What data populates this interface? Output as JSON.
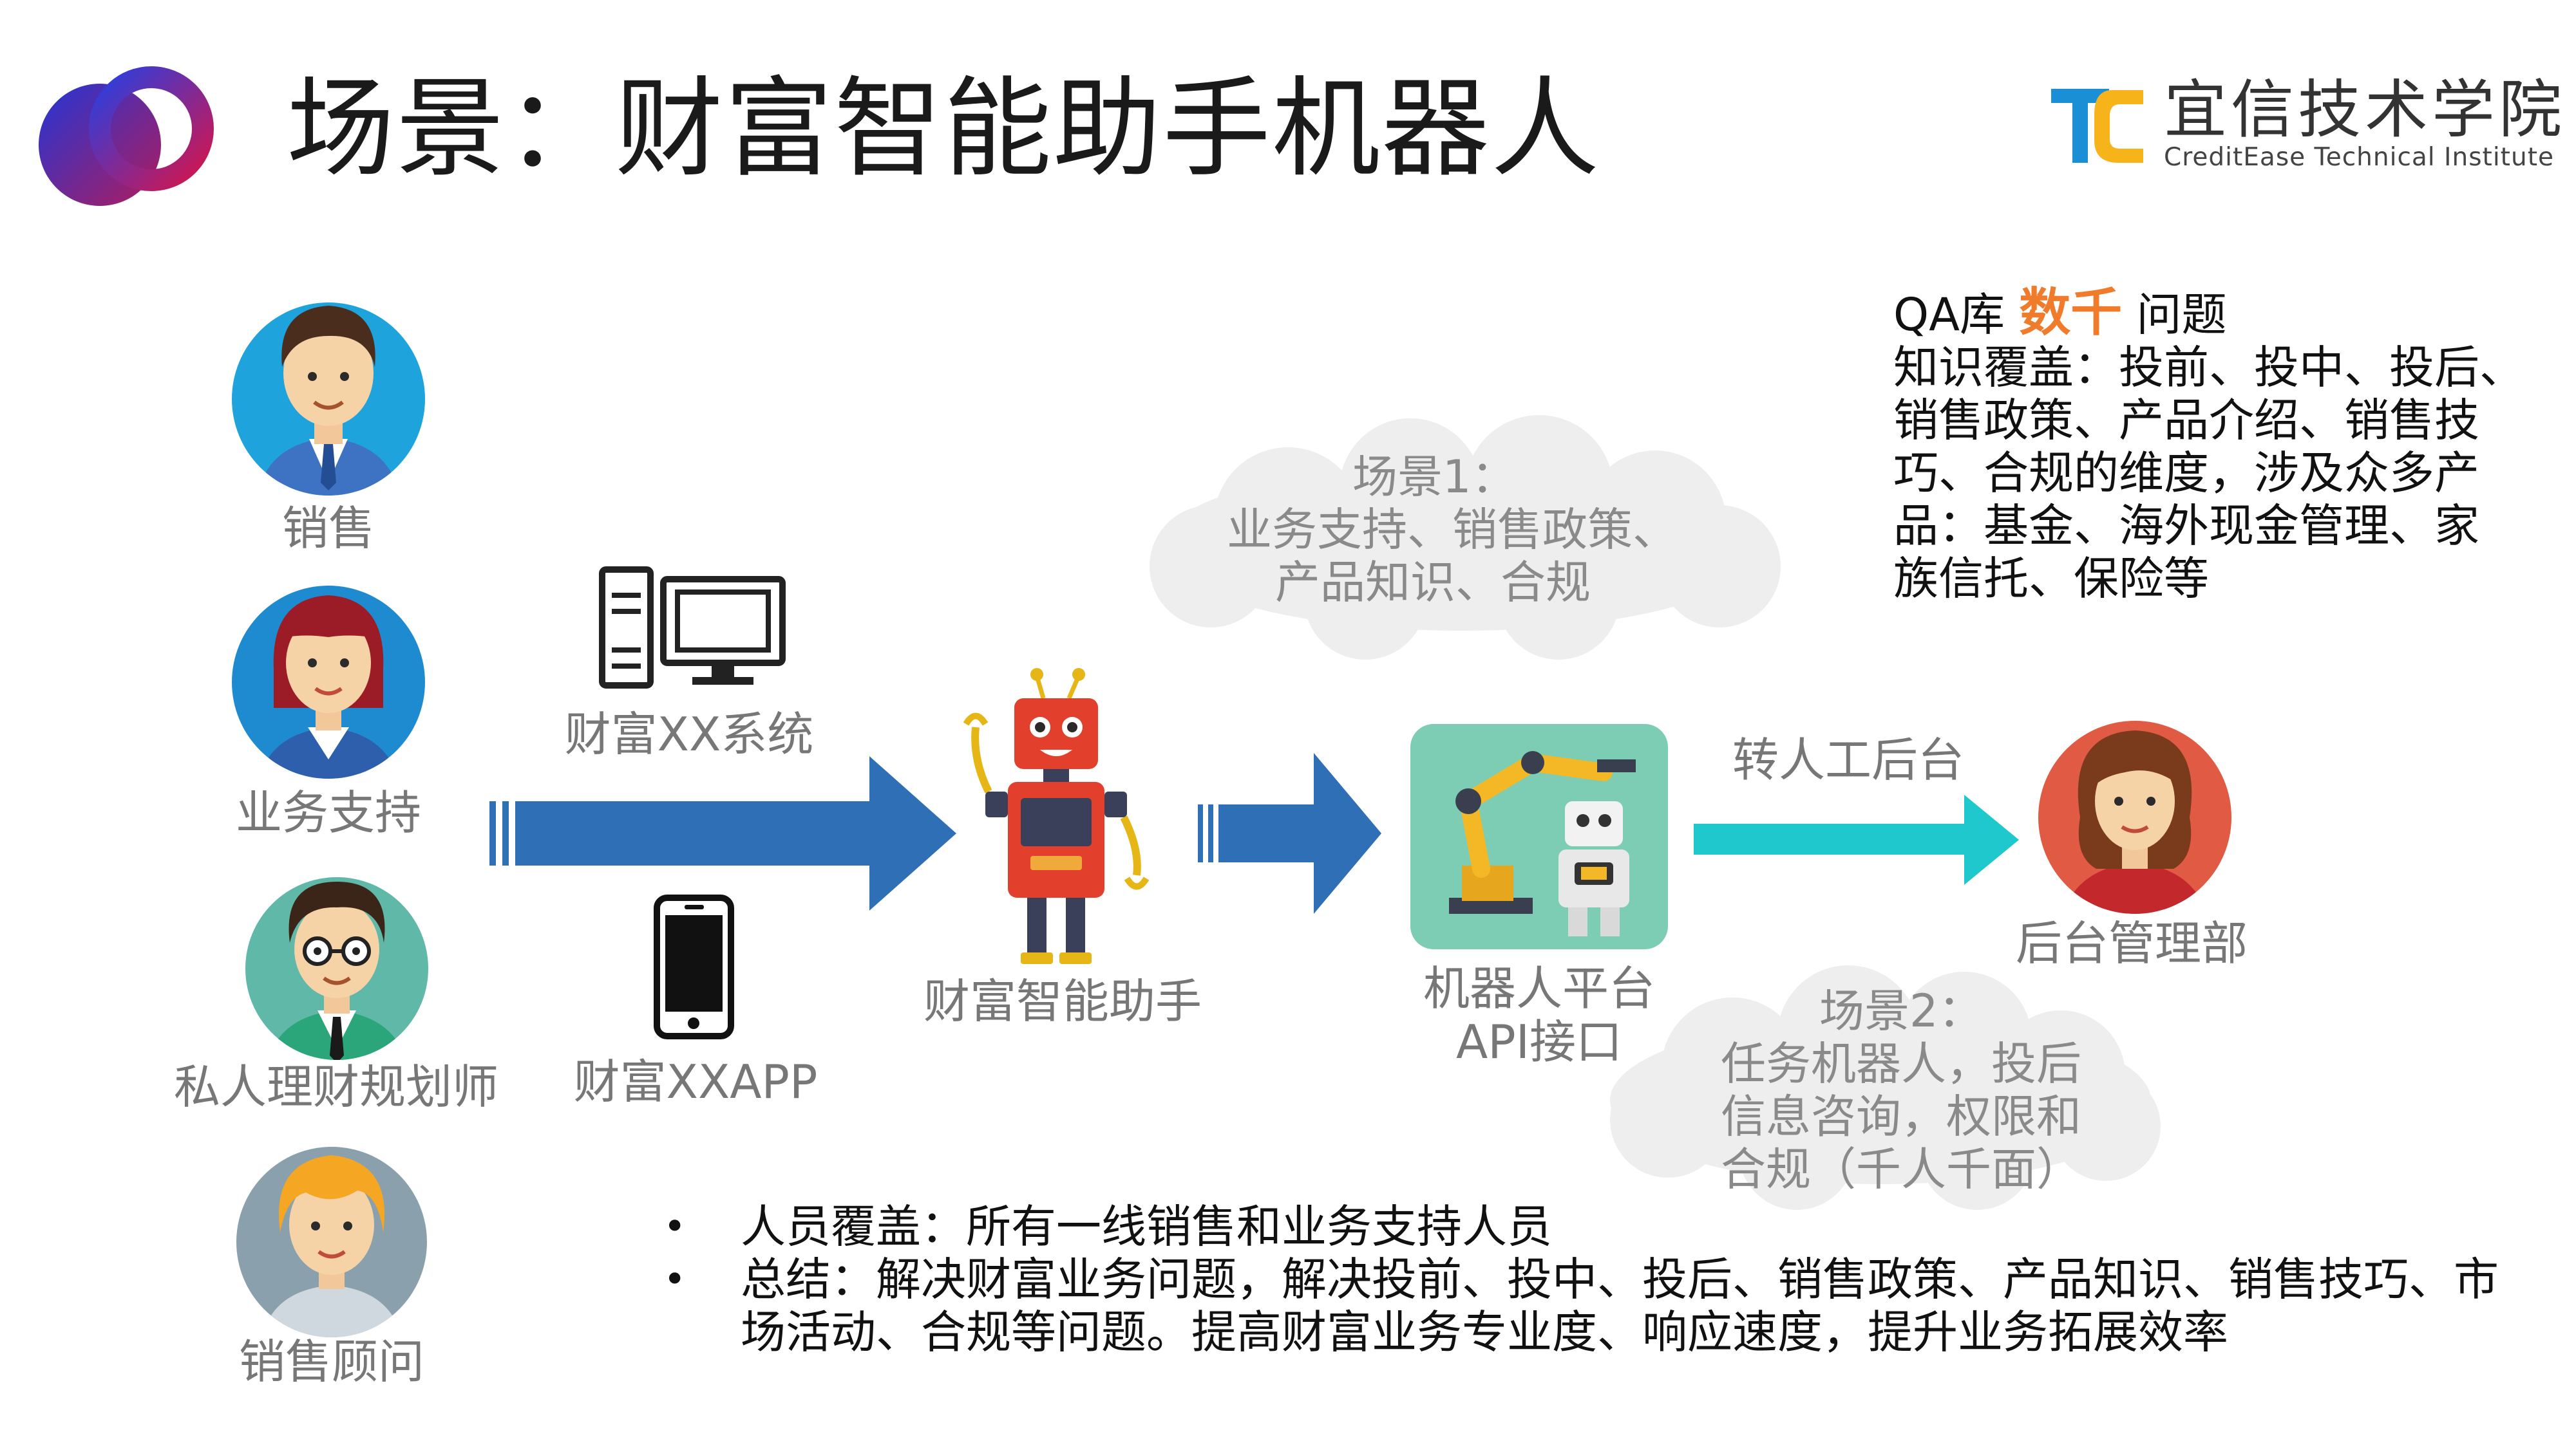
{
  "title": "场景：财富智能助手机器人",
  "brand": {
    "name_cn": "宜信技术学院",
    "name_en": "CreditEase Technical Institute",
    "logo_letters": "TC"
  },
  "roles": [
    {
      "label": "销售"
    },
    {
      "label": "业务支持"
    },
    {
      "label": "私人理财规划师"
    },
    {
      "label": "销售顾问"
    }
  ],
  "channels": [
    {
      "label": "财富XX系统"
    },
    {
      "label": "财富XXAPP"
    }
  ],
  "assistant": {
    "label": "财富智能助手"
  },
  "platform": {
    "label_line1": "机器人平台",
    "label_line2": "API接口"
  },
  "handoff": {
    "arrow_label": "转人工后台",
    "target_label": "后台管理部"
  },
  "scene1": {
    "line1": "场景1：",
    "line2": "业务支持、销售政策、",
    "line3": "产品知识、合规"
  },
  "scene2": {
    "line1": "场景2：",
    "line2": "任务机器人，投后",
    "line3": "信息咨询，权限和",
    "line4": "合规（千人千面）"
  },
  "qa": {
    "prefix": "QA库 ",
    "highlight": "数千",
    "suffix": " 问题",
    "line2": "知识覆盖：投前、投中、投后、",
    "line3": "销售政策、产品介绍、销售技",
    "line4": "巧、合规的维度，涉及众多产",
    "line5": "品：基金、海外现金管理、家",
    "line6": "族信托、保险等"
  },
  "bullets": [
    {
      "text": "人员覆盖：所有一线销售和业务支持人员"
    },
    {
      "text": "总结：解决财富业务问题，解决投前、投中、投后、销售政策、产品知识、销售技巧、市场活动、合规等问题。提高财富业务专业度、响应速度，提升业务拓展效率"
    }
  ],
  "colors": {
    "arrow_blue": "#2f6fb5",
    "arrow_cyan": "#1ec8cc",
    "highlight_orange": "#f07b2a",
    "platform_bg": "#7ccdb4",
    "cloud": "#eeeeee"
  }
}
